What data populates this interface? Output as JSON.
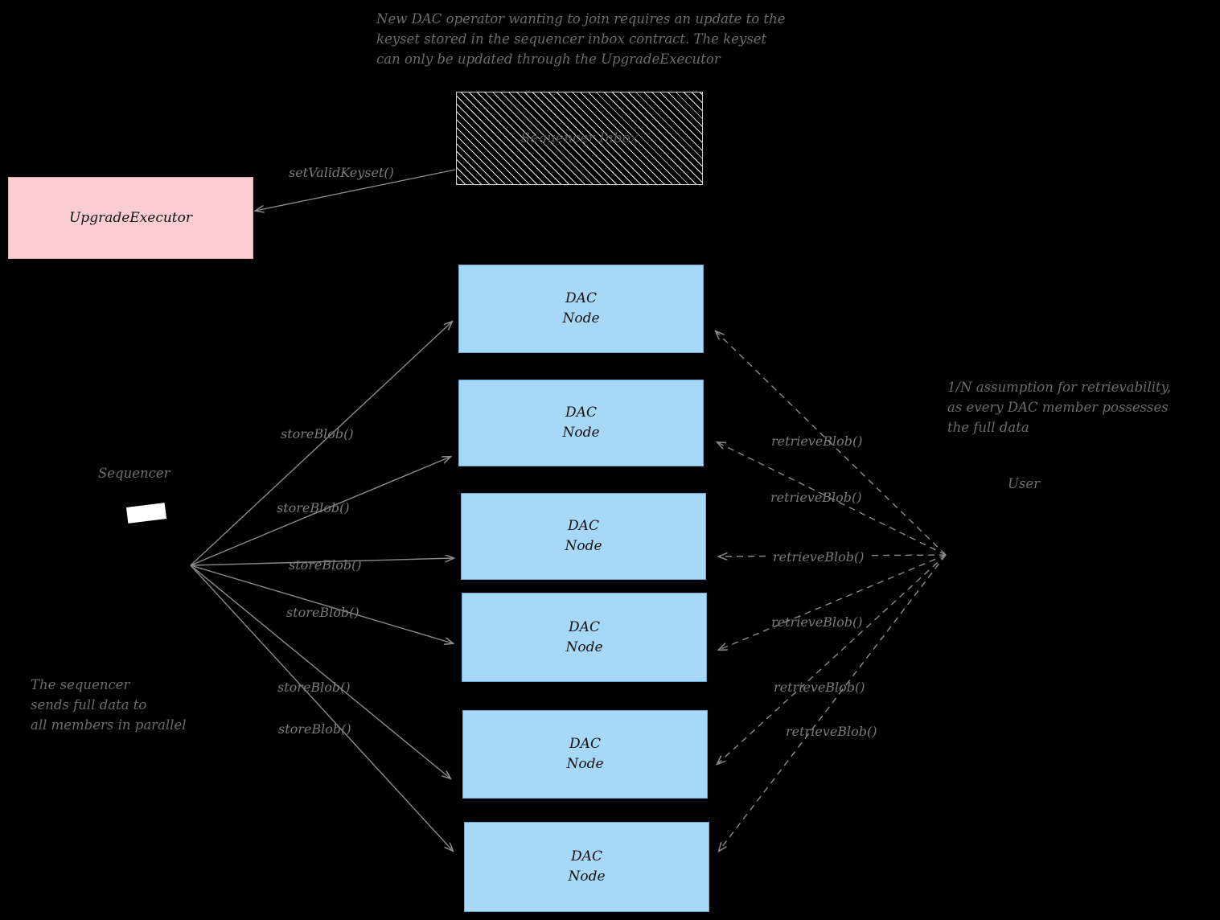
{
  "diagram": {
    "title_note": "New DAC operator wanting to join requires an update to the\nkeyset stored in the sequencer inbox contract. The keyset\ncan only be updated through the UpgradeExecutor",
    "hatched_box_label": "Sequencer Inbox",
    "upgrade_executor_label": "UpgradeExecutor",
    "sequencer_actor_label": "Sequencer",
    "user_actor_label": "User",
    "sequencer_note": "The sequencer\nsends full data to\nall members in parallel",
    "retrievability_note": "1/N assumption for retrievability,\nas every DAC member possesses\nthe full data",
    "set_valid_keyset_label": "setValidKeyset()",
    "node_label_line1": "DAC",
    "node_label_line2": "Node",
    "nodes": [
      {
        "line1": "DAC",
        "line2": "Node"
      },
      {
        "line1": "DAC",
        "line2": "Node"
      },
      {
        "line1": "DAC",
        "line2": "Node"
      },
      {
        "line1": "DAC",
        "line2": "Node"
      },
      {
        "line1": "DAC",
        "line2": "Node"
      },
      {
        "line1": "DAC",
        "line2": "Node"
      }
    ],
    "store_blob_labels": [
      "storeBlob()",
      "storeBlob()",
      "storeBlob()",
      "storeBlob()",
      "storeBlob()",
      "storeBlob()"
    ],
    "retrieve_blob_labels": [
      "retrieveBlob()",
      "retrieveBlob()",
      "retrieveBlob()",
      "retrieveBlob()",
      "retrieveBlob()",
      "retrieveBlob()"
    ],
    "colors": {
      "node_fill": "#a8d8f8",
      "upgrade_fill": "#f9cdd2",
      "background": "#000000",
      "stroke": "#7a7a7a"
    }
  }
}
